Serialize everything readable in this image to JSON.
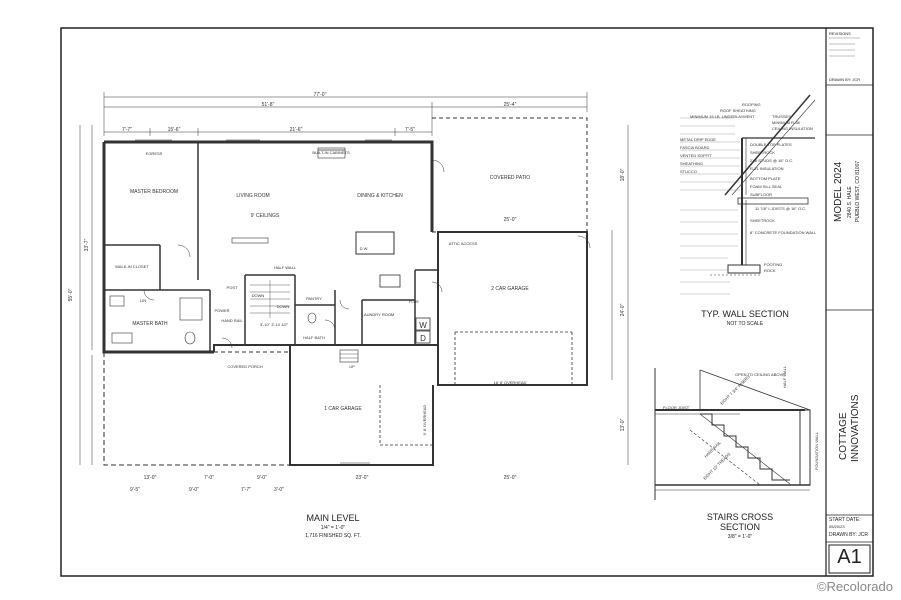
{
  "sheet": {
    "plan_title": "MAIN LEVEL",
    "plan_scale": "1/4\" = 1'-0\"",
    "plan_area": "1,716 FINISHED SQ. FT.",
    "wall_section_title": "TYP. WALL SECTION",
    "wall_section_note": "NOT TO SCALE",
    "stairs_title_1": "STAIRS CROSS",
    "stairs_title_2": "SECTION",
    "stairs_scale": "3/8\" = 1'-0\""
  },
  "titleblock": {
    "revisions": "REVISIONS",
    "drawn_by_top": "DRAWN BY: JCR",
    "model": "MODEL 2024",
    "address_1": "2840 S. HALE",
    "address_2": "PUEBLO WEST, CO 81007",
    "company_1": "COTTAGE",
    "company_2": "INNOVATIONS",
    "start_date_label": "START DATE:",
    "start_date": "05/20/23",
    "drawn_by": "DRAWN BY: JCR",
    "sheet_number": "A1"
  },
  "dimensions": {
    "overall_width": "77'-0\"",
    "house_width": "51'-8\"",
    "patio_width": "25'-4\"",
    "seg_1": "7'-7\"",
    "seg_2": "15'-6\"",
    "seg_3": "21'-6\"",
    "seg_4": "7'-5\"",
    "bottom_1": "13'-0\"",
    "bottom_2": "7'-0\"",
    "bottom_3": "9'-0\"",
    "bottom_4": "23'-0\"",
    "bottom_5": "25'-0\"",
    "bottom_a": "9'-5\"",
    "bottom_b": "9'-0\"",
    "bottom_c": "7'-7\"",
    "bottom_d": "3'-0\"",
    "left_total": "55'-0\"",
    "left_a": "33'-7\"",
    "right_a": "18'-0\"",
    "right_b": "24'-0\"",
    "right_c": "13'-0\"",
    "patio_depth": "25'-0\"",
    "overhead_1": "16' 8' OVERHEAD",
    "overhead_2": "9' 8' OVERHEAD"
  },
  "rooms": {
    "master_bedroom": "MASTER BEDROOM",
    "egress": "EGRESS",
    "living_room": "LIVING ROOM",
    "ceilings": "9' CEILINGS",
    "built_in": "BUILT-IN CABINETS",
    "dining_kitchen": "DINING & KITCHEN",
    "covered_patio": "COVERED PATIO",
    "walk_in_closet": "WALK-IN CLOSET",
    "lin": "LIN",
    "master_bath": "MASTER BATH",
    "power": "POWER",
    "post": "POST",
    "half_wall": "HALF WALL",
    "down_1": "DOWN",
    "down_2": "DOWN",
    "hand_rail": "HAND RAIL",
    "pantry": "PANTRY",
    "laundry": "LAUNDRY ROOM",
    "half_bath": "HALF BATH",
    "flue": "FLUE",
    "attic_access": "ATTIC ACCESS",
    "two_car_garage": "2 CAR GARAGE",
    "covered_porch": "COVERED PORCH",
    "one_car_garage": "1 CAR GARAGE",
    "dw": "D.W.",
    "up": "UP",
    "w": "W",
    "d": "D",
    "stair_dims": "3'-10\"  3'-10 1/2\""
  },
  "wall_section_notes": [
    "ROOFING",
    "ROOF SHEATHING",
    "MINIMUM 15 LB. UNDERLAYMENT",
    "TRUSSES",
    "MINIMUM R-38",
    "CEILING INSULATION",
    "METAL DRIP EDGE",
    "FASCIA BOARD",
    "VENTED SOFFIT",
    "DOUBLE TOP PLATES",
    "SHEETROCK",
    "2X6 STUDS @ 16\" O.C.",
    "R-21 INSULATION",
    "SHEATHING",
    "STUCCO",
    "BOTTOM PLATE",
    "FOAM SILL SEAL",
    "SUBFLOOR",
    "11 7/8\" I-JOISTS @ 16\" O.C.",
    "SHEETROCK",
    "8\" CONCRETE FOUNDATION WALL",
    "FOOTING",
    "ROCK"
  ],
  "stair_notes": {
    "open_to_ceiling": "OPEN TO CEILING ABOVE",
    "half_wall": "HALF WALL",
    "floor_joist": "FLOOR JOIST",
    "foundation_wall": "FOUNDATION WALL",
    "risers": "EIGHT 7 3/4\" RISERS",
    "treads": "EIGHT 10\" TREADS",
    "hand_rail": "HAND RAIL"
  },
  "watermark": "©Recolorado"
}
